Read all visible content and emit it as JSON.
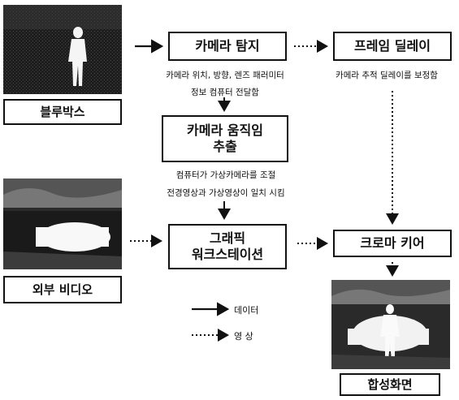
{
  "nodes": {
    "bluebox": "블루박스",
    "camera_detect": "카메라 탐지",
    "frame_delay": "프레임 딜레이",
    "camera_motion_line1": "카메라 움직임",
    "camera_motion_line2": "추출",
    "graphic_ws_line1": "그래픽",
    "graphic_ws_line2": "워크스테이션",
    "chroma_key": "크로마 키어",
    "external_video": "외부 비디오",
    "composite": "합성화면"
  },
  "notes": {
    "camera_detect_1": "카메라 위치, 방향, 렌즈 패러미터",
    "camera_detect_2": "정보 컴퓨터 전달함",
    "frame_delay_1": "카메라 추적 딜레이를 보정함",
    "motion_1": "컴퓨터가 가상카메라를 조절",
    "motion_2": "전경영상과 가상영상이 일치 시킴"
  },
  "legend": {
    "data": "데이터",
    "video": "영 상"
  },
  "colors": {
    "line": "#111111",
    "background": "#ffffff",
    "photo_dark": "#2a2a2a"
  }
}
